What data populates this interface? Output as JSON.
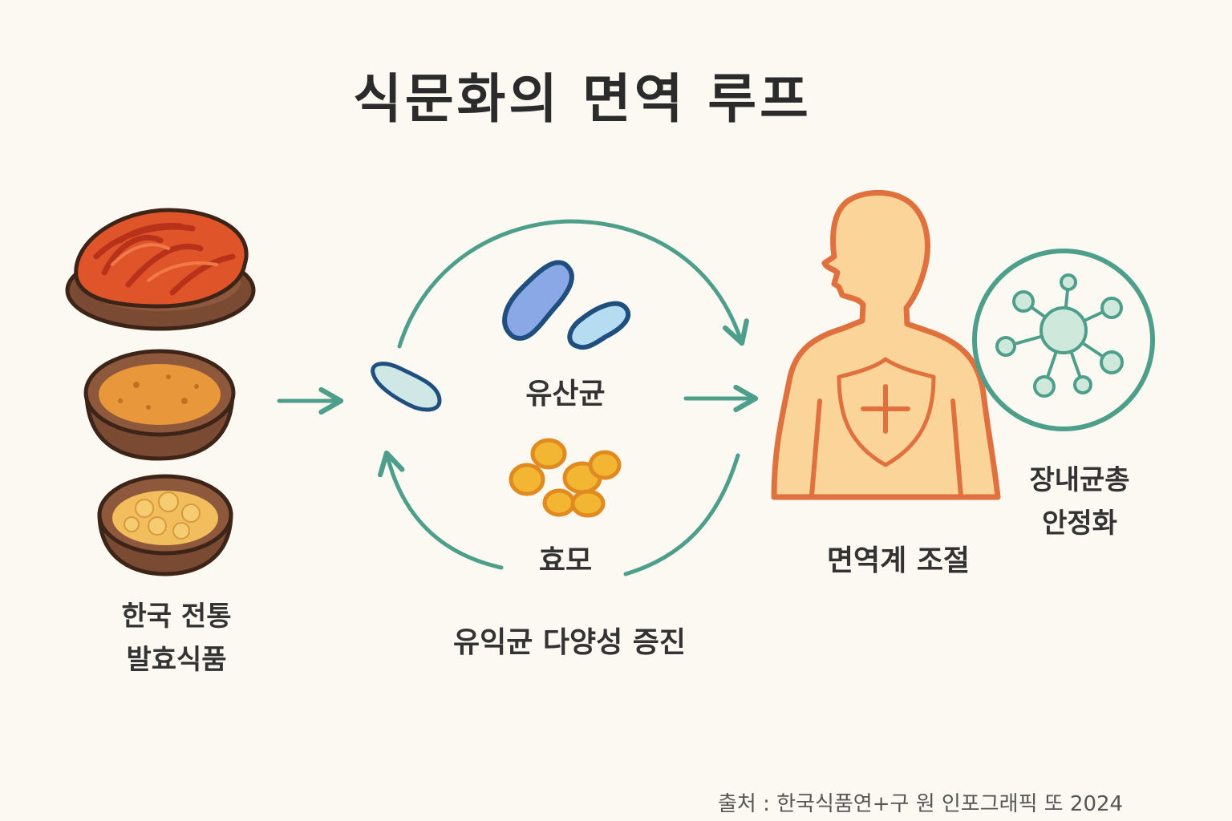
{
  "title": "식문화의 면역 루프",
  "labels": {
    "food": [
      "한국 전통",
      "발효식품"
    ],
    "probiotic": "유산균",
    "yeast": "효모",
    "diversity": "유익균 다양성 증진",
    "immune": "면역계 조절",
    "gut": [
      "장내균총",
      "안정화"
    ]
  },
  "source": "출처 : 한국식품연+구 원 인포그래픽  또 2024",
  "colors": {
    "background": "#fcf9f2",
    "teal_arrow": "#4e9e8c",
    "body_fill": "#fbd49a",
    "body_outline": "#e0713e",
    "kimchi": "#e0542a",
    "bowl": "#7a4a32"
  }
}
